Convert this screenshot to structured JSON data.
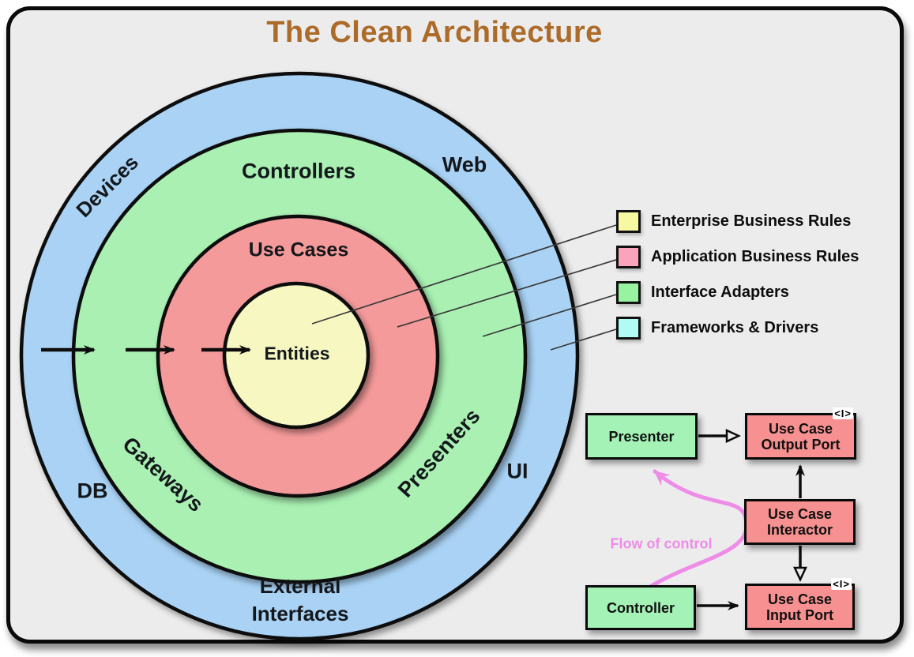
{
  "title": "The Clean Architecture",
  "colors": {
    "title": "#ac6b28",
    "ring_frameworks": "#a9d2f4",
    "ring_adapters": "#a9f0b2",
    "ring_application": "#f59a9a",
    "ring_enterprise": "#f7f7c2",
    "box_green": "#a4f2b6",
    "box_red": "#f79191",
    "flow_arrow": "#ee8ce8"
  },
  "diagram": {
    "ring_labels": {
      "devices": "Devices",
      "web": "Web",
      "db": "DB",
      "ui": "UI",
      "external_line1": "External",
      "external_line2": "Interfaces",
      "controllers": "Controllers",
      "gateways": "Gateways",
      "presenters": "Presenters",
      "use_cases": "Use Cases",
      "entities": "Entities"
    }
  },
  "legend": {
    "items": [
      {
        "label": "Enterprise Business Rules",
        "color": "#f6f9a2"
      },
      {
        "label": "Application Business Rules",
        "color": "#f9a3bd"
      },
      {
        "label": "Interface Adapters",
        "color": "#97f3a0"
      },
      {
        "label": "Frameworks & Drivers",
        "color": "#b2fbf5"
      }
    ]
  },
  "flow": {
    "presenter": "Presenter",
    "controller": "Controller",
    "output_port": {
      "line1": "Use Case",
      "line2": "Output Port"
    },
    "interactor": {
      "line1": "Use Case",
      "line2": "Interactor"
    },
    "input_port": {
      "line1": "Use Case",
      "line2": "Input Port"
    },
    "badge": "<I>",
    "flow_label": "Flow of control"
  }
}
